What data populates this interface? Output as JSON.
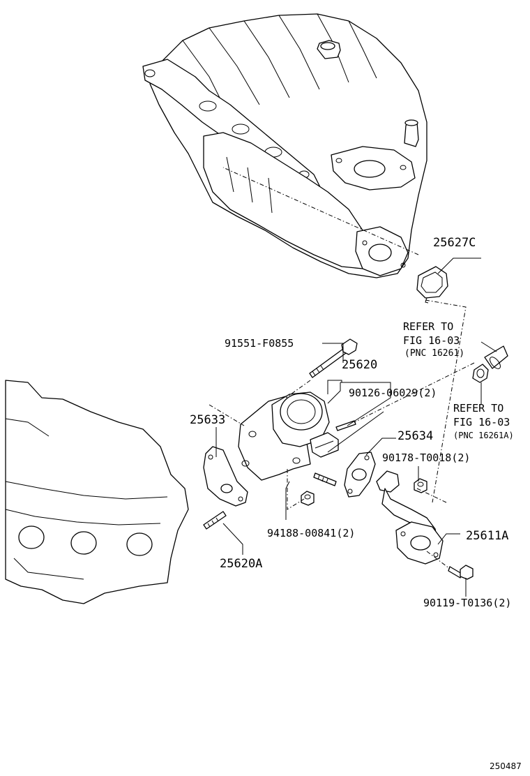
{
  "labels": {
    "p25627C": "25627C",
    "refer1_l1": "REFER TO",
    "refer1_l2": "FIG 16-03",
    "refer1_l3": "(PNC 16261)",
    "p91551": "91551-F0855",
    "p25620": "25620",
    "p90126": "90126-06029(2)",
    "refer2_l1": "REFER TO",
    "refer2_l2": "FIG 16-03",
    "refer2_l3": "(PNC 16261A)",
    "p25633": "25633",
    "p25634": "25634",
    "p90178": "90178-T0018(2)",
    "p94188": "94188-00841(2)",
    "p25611A": "25611A",
    "p25620A": "25620A",
    "p90119": "90119-T0136(2)",
    "figure_id": "250487"
  }
}
